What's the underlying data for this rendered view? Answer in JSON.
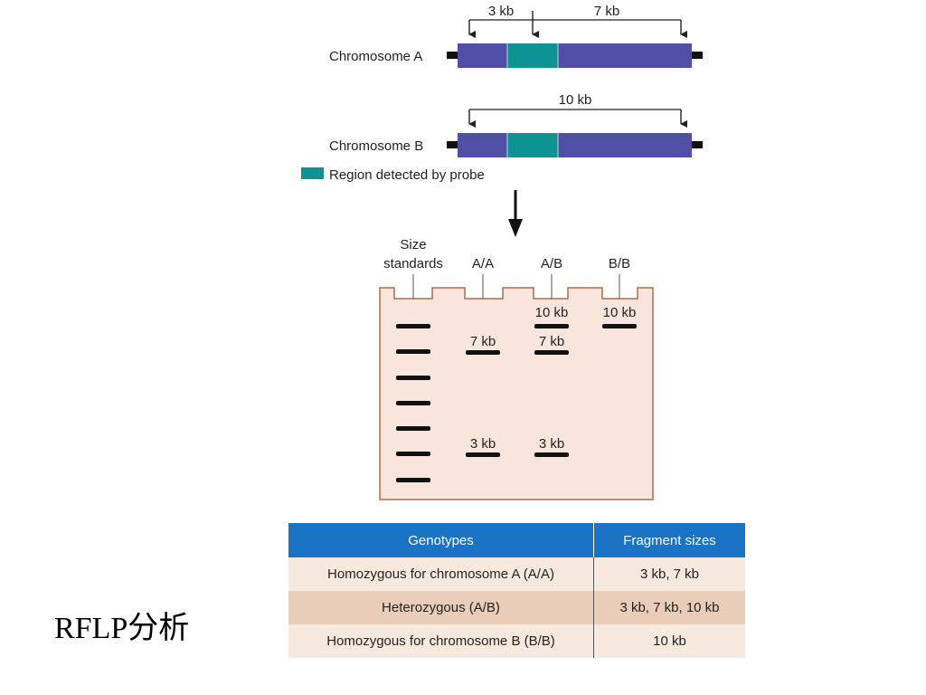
{
  "chromosomes": {
    "a": {
      "label": "Chromosome A",
      "left_fragment": "3 kb",
      "right_fragment": "7 kb"
    },
    "b": {
      "label": "Chromosome B",
      "fragment": "10 kb"
    }
  },
  "legend": {
    "label": "Region detected by probe"
  },
  "gel": {
    "lanes": [
      {
        "label": "Size\nstandards"
      },
      {
        "label": "A/A",
        "bands": [
          "7 kb",
          "3 kb"
        ]
      },
      {
        "label": "A/B",
        "bands": [
          "10 kb",
          "7 kb",
          "3 kb"
        ]
      },
      {
        "label": "B/B",
        "bands": [
          "10 kb"
        ]
      }
    ],
    "size_label_line1": "Size",
    "size_label_line2": "standards"
  },
  "table": {
    "headers": [
      "Genotypes",
      "Fragment sizes"
    ],
    "rows": [
      [
        "Homozygous for chromosome A (A/A)",
        "3 kb, 7 kb"
      ],
      [
        "Heterozygous (A/B)",
        "3 kb, 7 kb, 10 kb"
      ],
      [
        "Homozygous for chromosome B (B/B)",
        "10 kb"
      ]
    ]
  },
  "caption": "RFLP分析",
  "colors": {
    "chromosome": "#4f4fa6",
    "probe": "#0e9393",
    "gel": "#f8e6dc",
    "header": "#1a73c4"
  }
}
